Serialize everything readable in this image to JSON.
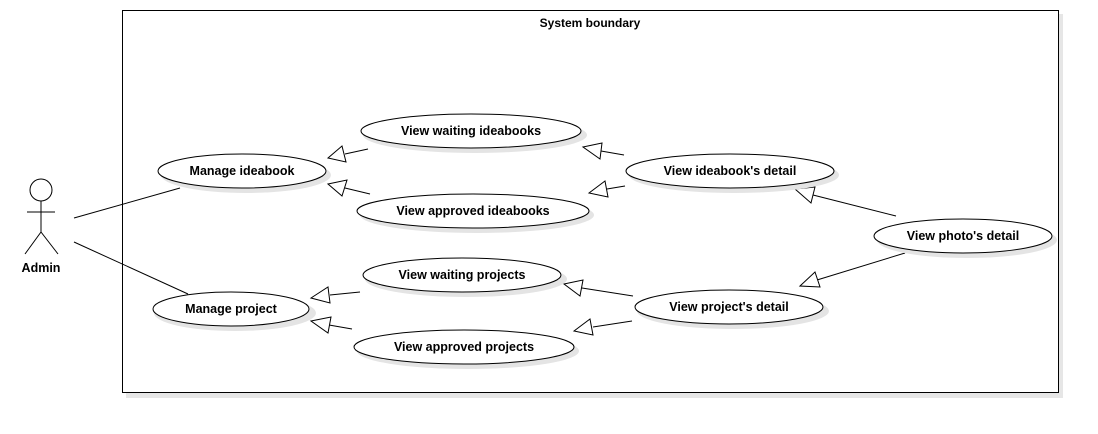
{
  "diagram": {
    "boundary_title": "System boundary",
    "actor": {
      "name": "Admin"
    },
    "use_cases": {
      "manage_ideabook": "Manage ideabook",
      "manage_project": "Manage project",
      "view_waiting_ideabooks": "View waiting ideabooks",
      "view_approved_ideabooks": "View approved ideabooks",
      "view_waiting_projects": "View waiting projects",
      "view_approved_projects": "View approved projects",
      "view_ideabook_detail": "View ideabook's detail",
      "view_project_detail": "View project's detail",
      "view_photo_detail": "View photo's detail"
    },
    "associations": [
      {
        "from": "Admin",
        "to": "Manage ideabook"
      },
      {
        "from": "Admin",
        "to": "Manage project"
      }
    ],
    "generalizations": [
      {
        "child": "View waiting ideabooks",
        "parent": "Manage ideabook"
      },
      {
        "child": "View approved ideabooks",
        "parent": "Manage ideabook"
      },
      {
        "child": "View waiting projects",
        "parent": "Manage project"
      },
      {
        "child": "View approved projects",
        "parent": "Manage project"
      },
      {
        "child": "View ideabook's detail",
        "parent": "View waiting ideabooks"
      },
      {
        "child": "View ideabook's detail",
        "parent": "View approved ideabooks"
      },
      {
        "child": "View project's detail",
        "parent": "View waiting projects"
      },
      {
        "child": "View project's detail",
        "parent": "View approved projects"
      },
      {
        "child": "View photo's detail",
        "parent": "View ideabook's detail"
      },
      {
        "child": "View photo's detail",
        "parent": "View project's detail"
      }
    ]
  }
}
